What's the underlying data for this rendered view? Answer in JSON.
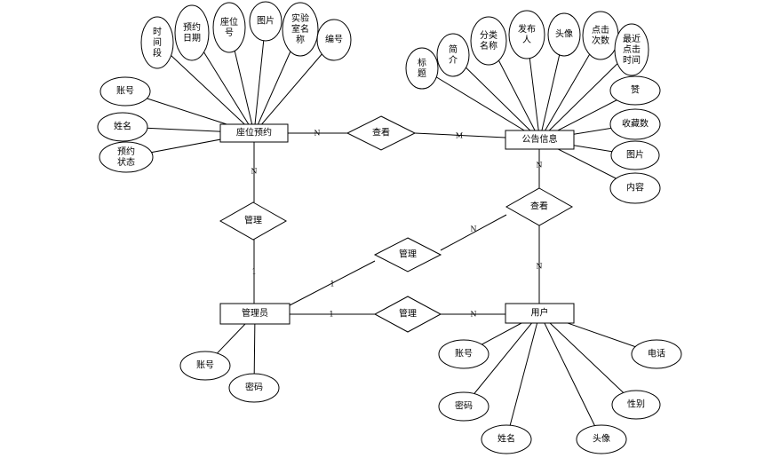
{
  "entities": {
    "seat": "座位预约",
    "notice": "公告信息",
    "admin": "管理员",
    "user": "用户"
  },
  "relationships": {
    "seat_notice": "查看",
    "seat_admin": "管理",
    "admin_notice": "管理",
    "user_notice": "查看",
    "admin_user": "管理"
  },
  "attributes": {
    "seat_time": "时间段",
    "seat_date": "预约日期",
    "seat_no": "座位号",
    "seat_img": "图片",
    "seat_lab": "实验室名称",
    "seat_code": "编号",
    "seat_account": "账号",
    "seat_name": "姓名",
    "seat_status": "预约状态",
    "n_title": "标题",
    "n_intro": "简介",
    "n_category": "分类名称",
    "n_publisher": "发布人",
    "n_avatar": "头像",
    "n_clicks": "点击次数",
    "n_lastclick": "最近点击时间",
    "n_likes": "赞",
    "n_favs": "收藏数",
    "n_img": "图片",
    "n_content": "内容",
    "a_account": "账号",
    "a_password": "密码",
    "u_account": "账号",
    "u_phone": "电话",
    "u_password": "密码",
    "u_gender": "性别",
    "u_name": "姓名",
    "u_avatar": "头像"
  },
  "cardinalities": {
    "c_seat_sn": "N",
    "c_notice_sn": "M",
    "c_seat_sa": "N",
    "c_admin_sa": "1",
    "c_admin_an": "1",
    "c_notice_an": "N",
    "c_notice_un": "N",
    "c_user_un": "N",
    "c_admin_au": "1",
    "c_user_au": "N"
  }
}
